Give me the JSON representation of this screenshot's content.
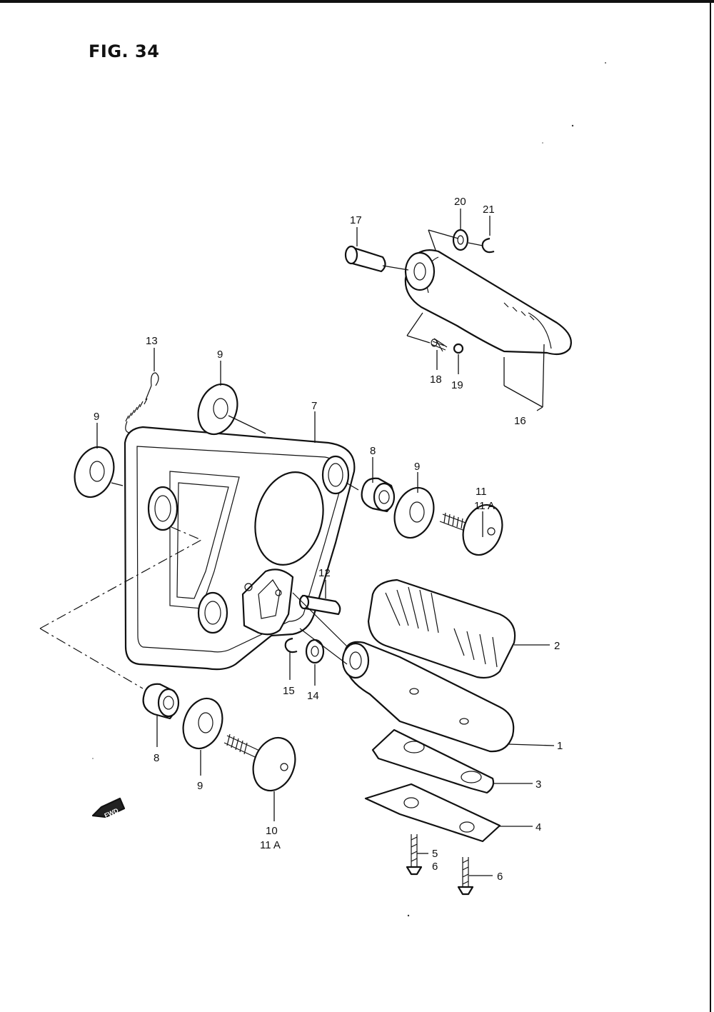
{
  "figure": {
    "title": "FIG. 34"
  },
  "callouts": {
    "p1": "1",
    "p2": "2",
    "p3": "3",
    "p4": "4",
    "p5": "5",
    "p6a": "6",
    "p6b": "6",
    "p7": "7",
    "p8a": "8",
    "p8b": "8",
    "p9a": "9",
    "p9b": "9",
    "p9c": "9",
    "p9d": "9",
    "p10": "10",
    "p11": "11",
    "p11a_top": "11 A",
    "p11a_bottom": "11 A",
    "p12": "12",
    "p13": "13",
    "p14": "14",
    "p15": "15",
    "p16": "16",
    "p17": "17",
    "p18": "18",
    "p19": "19",
    "p20": "20",
    "p21": "21"
  },
  "direction_marker": {
    "label": "FWD"
  }
}
